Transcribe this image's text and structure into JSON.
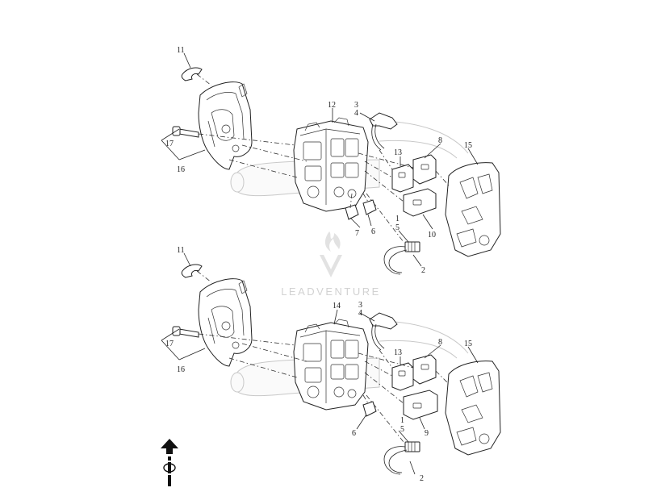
{
  "watermark": {
    "brand": "LEADVENTURE",
    "color": "#cfcfcf"
  },
  "icons": {
    "nav_arrow": "up-arrow-icon",
    "rider": "rider-icon"
  },
  "colors": {
    "line": "#222222",
    "ghost": "#c8c8c8",
    "background": "#ffffff"
  },
  "top_assembly": {
    "callouts": {
      "c11": "11",
      "c12": "12",
      "c3": "3",
      "c4": "4",
      "c8": "8",
      "c13": "13",
      "c15": "15",
      "c17": "17",
      "c16": "16",
      "c7": "7",
      "c6": "6",
      "c1": "1",
      "c5": "5",
      "c10": "10",
      "c2": "2"
    }
  },
  "bottom_assembly": {
    "callouts": {
      "c11": "11",
      "c14": "14",
      "c3": "3",
      "c4": "4",
      "c8": "8",
      "c13": "13",
      "c15": "15",
      "c17": "17",
      "c16": "16",
      "c6": "6",
      "c1": "1",
      "c5": "5",
      "c9": "9",
      "c2": "2"
    }
  }
}
